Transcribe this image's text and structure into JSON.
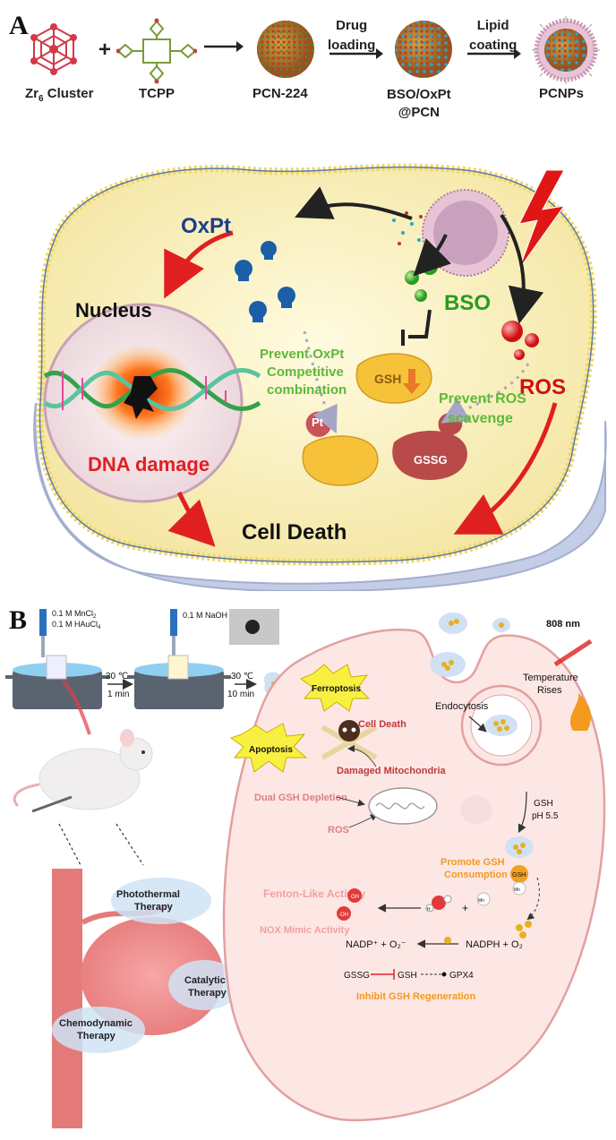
{
  "panel_a": {
    "letter": "A",
    "synthesis": {
      "zr6": {
        "main": "Zr",
        "sub": "6",
        "rest": " Cluster"
      },
      "plus": "+",
      "tcpp": "TCPP",
      "pcn224": "PCN-224",
      "step1": {
        "line1": "Drug",
        "line2": "loading"
      },
      "bso_oxpt": {
        "line1": "BSO/OxPt",
        "line2": "@PCN"
      },
      "step2": {
        "line1": "Lipid",
        "line2": "coating"
      },
      "pcnps": "PCNPs"
    },
    "cell": {
      "oxpt": "OxPt",
      "nucleus": "Nucleus",
      "bso": "BSO",
      "ros": "ROS",
      "gsh": "GSH",
      "pt": "Pt",
      "gssg": "GSSG",
      "prevent_oxpt": [
        "Prevent OxPt",
        "Competitive",
        "combination"
      ],
      "prevent_ros": [
        "Prevent ROS",
        "scavenge"
      ],
      "dna_damage": "DNA damage",
      "cell_death": "Cell Death"
    }
  },
  "panel_b": {
    "letter": "B",
    "reagents1": [
      "0.1 M MnCl",
      "0.1 M HAuCl"
    ],
    "reagents1_subs": [
      "2",
      "4"
    ],
    "reagent2": "0.1 M NaOH",
    "step1": {
      "temp": "30 ℃",
      "time": "1 min"
    },
    "step2": {
      "temp": "30 ℃",
      "time": "10 min"
    },
    "laser": "808 nm",
    "temperature": [
      "Temperature",
      "Rises"
    ],
    "ferroptosis": "Ferroptosis",
    "apoptosis": "Apoptosis",
    "endocytosis": "Endocytosis",
    "cell_death": "Cell Death",
    "damaged_mito": "Damaged Mitochondria",
    "dual_gsh": "Dual GSH Depletion",
    "ros": "ROS",
    "gsh_ph": [
      "GSH",
      "pH 5.5"
    ],
    "promote_gsh": [
      "Promote GSH",
      "Consumption"
    ],
    "gsh_ball": "GSH",
    "fenton": "Fenton-Like  Activity",
    "nox": "NOX Mimic Activity",
    "oh": "·OH",
    "h2o2": "H",
    "mn": "Mn",
    "nadp": "NADP⁺ + O₂⁻",
    "nadph": "NADPH + O₂",
    "gssg_line": {
      "gssg": "GSSG",
      "gsh": "GSH",
      "gpx4": "GPX4"
    },
    "inhibit": "Inhibit GSH Regeneration",
    "photothermal": [
      "Photothermal",
      "Therapy"
    ],
    "catalytic": [
      "Catalytic",
      "Therapy"
    ],
    "chemodynamic": [
      "Chemodynamic",
      "Therapy"
    ]
  }
}
